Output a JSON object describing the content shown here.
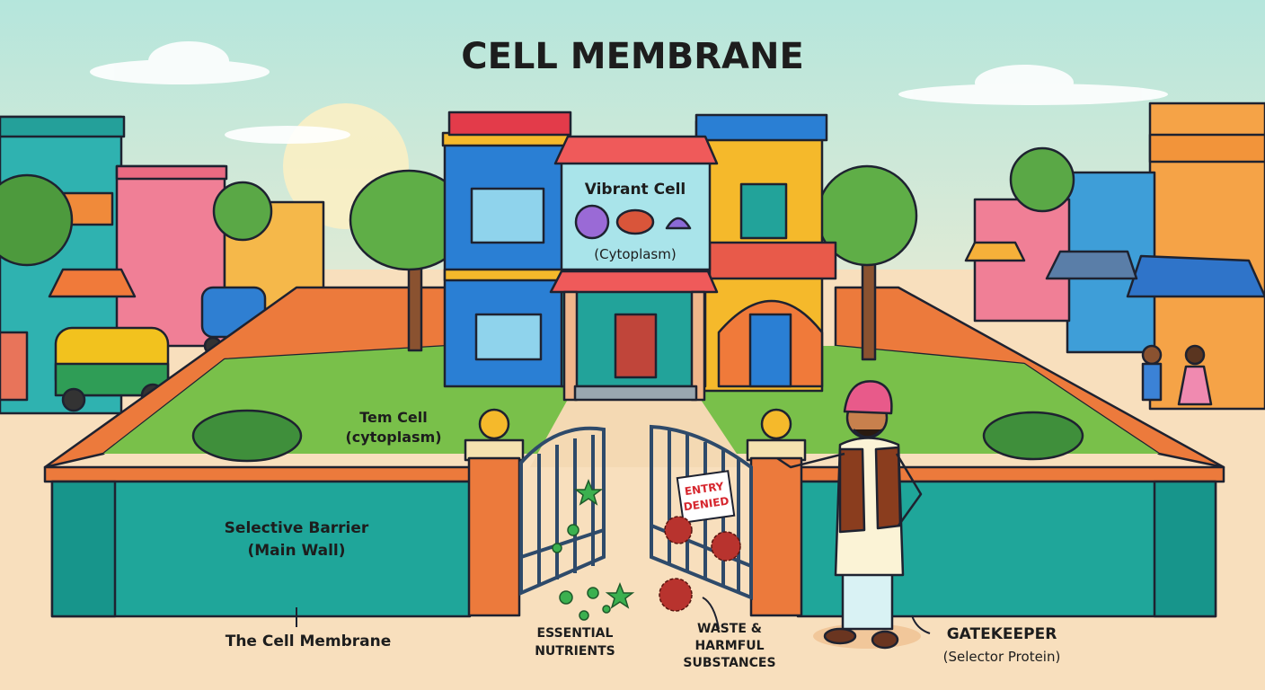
{
  "title": "CELL MEMBRANE",
  "labels": {
    "vibrant_cell": "Vibrant Cell",
    "vibrant_cell_sub": "(Cytoplasm)",
    "tem_cell": "Tem Cell",
    "tem_cell_sub": "(cytoplasm)",
    "barrier": "Selective Barrier",
    "barrier_sub": "(Main Wall)",
    "membrane": "The Cell Membrane",
    "nutrients_1": "ESSENTIAL",
    "nutrients_2": "NUTRIENTS",
    "waste_1": "WASTE &",
    "waste_2": "HARMFUL",
    "waste_3": "SUBSTANCES",
    "gatekeeper": "GATEKEEPER",
    "gatekeeper_sub": "(Selector Protein)",
    "sign_1": "ENTRY",
    "sign_2": "DENIED"
  },
  "colors": {
    "wall_teal": "#1fa69a",
    "wall_orange": "#ec7a3c",
    "ground": "#f8dfbd",
    "grass": "#79c04a",
    "house_blue": "#2a7fd4",
    "house_yellow": "#f5b92b",
    "sign_red": "#d6262e"
  }
}
